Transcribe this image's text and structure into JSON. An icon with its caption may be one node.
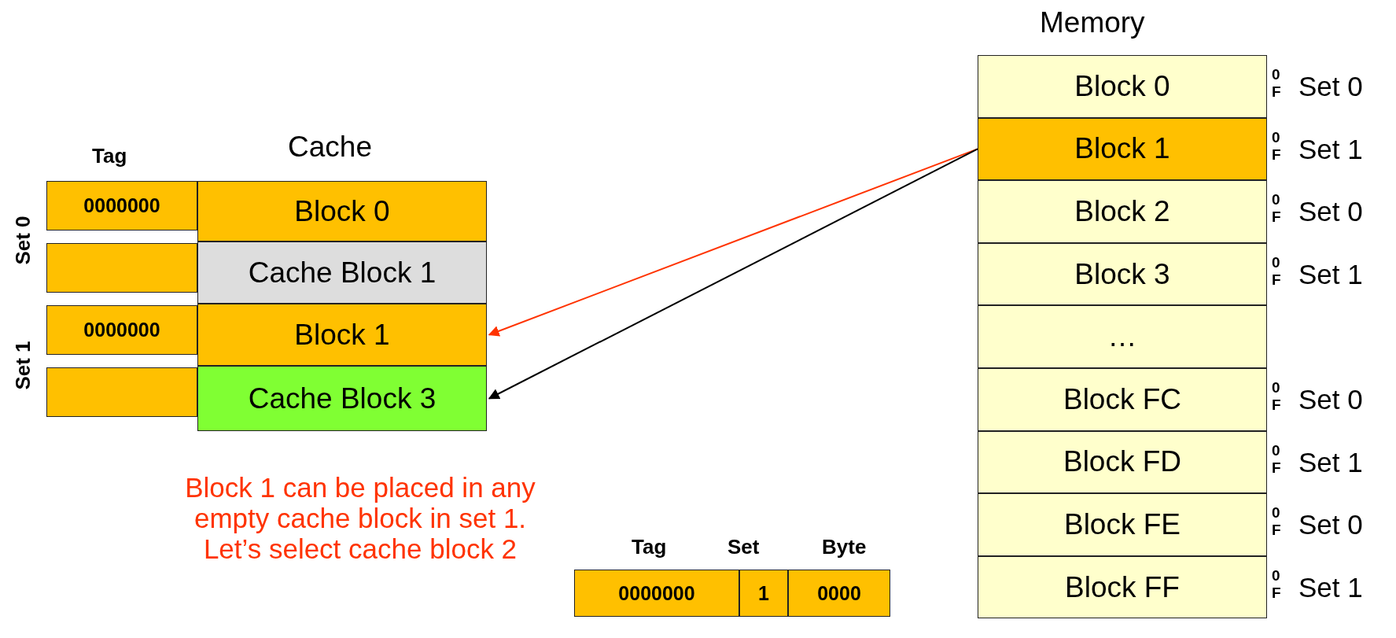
{
  "diagram": {
    "nodes": [
      {
        "text": [
          "0000000"
        ]
      },
      {
        "text": [
          "Block 0"
        ]
      },
      {
        "text": [],
        "shape": "box"
      },
      {
        "text": [
          "Cache Block 1"
        ]
      },
      {
        "text": [
          "0000000"
        ]
      },
      {
        "text": [
          "Block 1"
        ]
      },
      {
        "text": [],
        "shape": "box"
      },
      {
        "text": [
          "Cache Block 3"
        ]
      },
      {
        "text": [
          "Block 0"
        ],
        "beside": [
          "0",
          "F",
          "Set 0"
        ]
      },
      {
        "text": [
          "Block 1"
        ],
        "beside": [
          "0",
          "F",
          "Set 1"
        ]
      },
      {
        "text": [
          "Block 2"
        ],
        "beside": [
          "0",
          "F",
          "Set 0"
        ]
      },
      {
        "text": [
          "Block 3"
        ],
        "beside": [
          "0",
          "F",
          "Set 1"
        ]
      },
      {
        "text": [
          "…"
        ]
      },
      {
        "text": [
          "Block FC"
        ],
        "beside": [
          "0",
          "F",
          "Set 0"
        ]
      },
      {
        "text": [
          "Block FD"
        ],
        "beside": [
          "0",
          "F",
          "Set 1"
        ]
      },
      {
        "text": [
          "Block FE"
        ],
        "beside": [
          "0",
          "F",
          "Set 0"
        ]
      },
      {
        "text": [
          "Block FF"
        ],
        "beside": [
          "0",
          "F",
          "Set 1"
        ]
      },
      {
        "text": [
          "0000000"
        ]
      },
      {
        "text": [
          "1"
        ]
      },
      {
        "text": [
          "0000"
        ]
      }
    ],
    "edges": [
      {
        "from": 9,
        "to": 5,
        "arrow": "to",
        "color": "#ff3300"
      },
      {
        "from": 9,
        "to": 7,
        "arrow": "to",
        "color": "#000000"
      }
    ],
    "labels": [
      "Memory",
      "Tag",
      "Cache",
      "Set 0",
      "Set 1",
      "Block 1 can be placed in any empty cache block in set 1.  Let’s select cache block 2",
      "Tag",
      "Set",
      "Byte"
    ]
  }
}
